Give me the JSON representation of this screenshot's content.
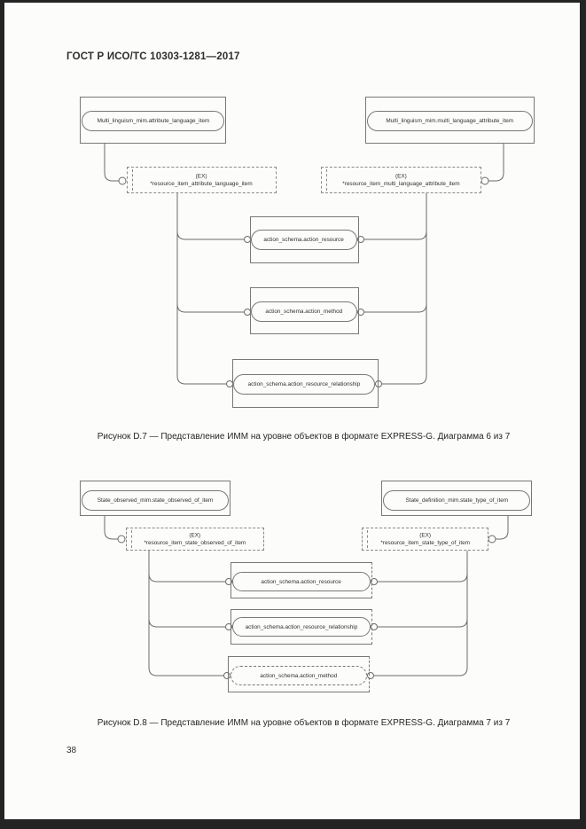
{
  "header": {
    "title": "ГОСТ Р ИСО/ТС 10303-1281—2017"
  },
  "footer": {
    "page_number": "38"
  },
  "diagram_d7": {
    "caption": "Рисунок D.7 — Представление ИММ на уровне объектов в формате EXPRESS-G. Диаграмма 6 из 7",
    "entity_top_left": "Multi_linguism_mim.attribute_language_item",
    "entity_top_right": "Multi_linguism_mim.multi_language_attribute_item",
    "ref_left": {
      "tag": "(EX)",
      "name": "*resource_item_attribute_language_item"
    },
    "ref_right": {
      "tag": "(EX)",
      "name": "*resource_item_multi_language_attribute_item"
    },
    "nodes": [
      "action_schema.action_resource",
      "action_schema.action_method",
      "action_schema.action_resource_relationship"
    ]
  },
  "diagram_d8": {
    "caption": "Рисунок D.8 — Представление ИММ на уровне объектов в формате EXPRESS-G. Диаграмма 7 из 7",
    "entity_top_left": "State_observed_mim.state_observed_of_item",
    "entity_top_right": "State_definition_mim.state_type_of_item",
    "ref_left": {
      "tag": "(EX)",
      "name": "*resource_item_state_observed_of_item"
    },
    "ref_right": {
      "tag": "(EX)",
      "name": "*resource_item_state_type_of_item"
    },
    "nodes": [
      "action_schema.action_resource",
      "action_schema.action_resource_relationship",
      "action_schema.action_method"
    ]
  }
}
